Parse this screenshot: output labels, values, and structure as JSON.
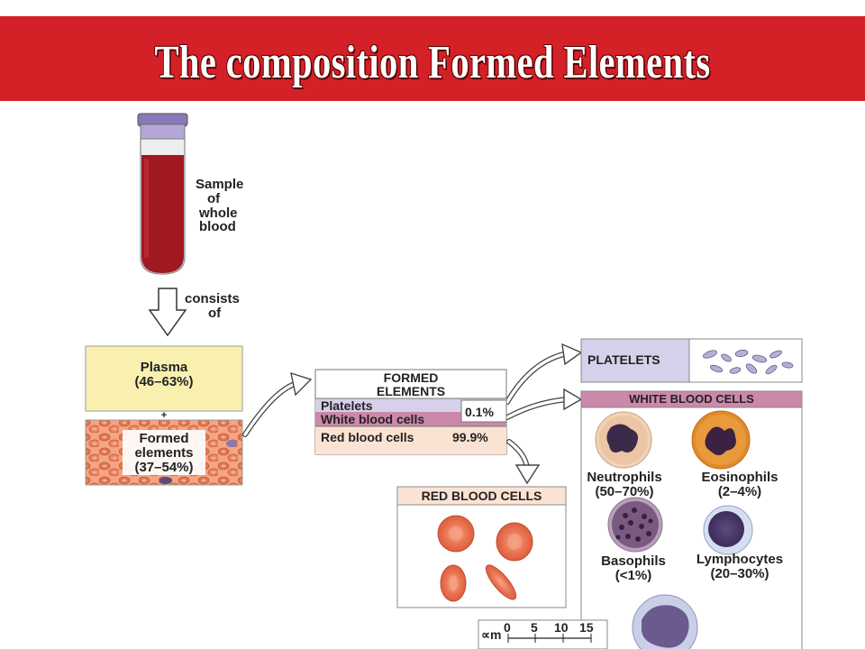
{
  "title": "The composition Formed Elements",
  "tube_label": [
    "Sample",
    "of",
    "whole",
    "blood"
  ],
  "arrow_label": [
    "consists",
    "of"
  ],
  "plasma": {
    "name": "Plasma",
    "range": "(46–63%)"
  },
  "plus": "+",
  "formed_left": [
    "Formed",
    "elements",
    "(37–54%)"
  ],
  "formed_box": {
    "header": [
      "FORMED",
      "ELEMENTS"
    ],
    "platelets": "Platelets",
    "wbc": "White blood cells",
    "pct_small": "0.1%",
    "rbc": "Red blood cells",
    "pct_rbc": "99.9%"
  },
  "platelets_panel": {
    "label": "PLATELETS"
  },
  "wbc_panel": {
    "header": "WHITE BLOOD CELLS",
    "cells": [
      {
        "name": "Neutrophils",
        "range": "(50–70%)"
      },
      {
        "name": "Eosinophils",
        "range": "(2–4%)"
      },
      {
        "name": "Basophils",
        "range": "(<1%)"
      },
      {
        "name": "Lymphocytes",
        "range": "(20–30%)"
      }
    ]
  },
  "rbc_panel": {
    "header": "RED BLOOD CELLS"
  },
  "scale_bar": {
    "unit": "∝m",
    "ticks": [
      "0",
      "5",
      "10",
      "15"
    ]
  },
  "colors": {
    "banner": "#d42027",
    "plasma": "#f9f0b0",
    "blood": "#a01820",
    "tube_cap": "#8a78b8",
    "platelet_row": "#d7d0ea",
    "wbc_row": "#cc88aa",
    "rbc_row": "#fbe3d3",
    "wbc_header": "#cc88aa"
  }
}
